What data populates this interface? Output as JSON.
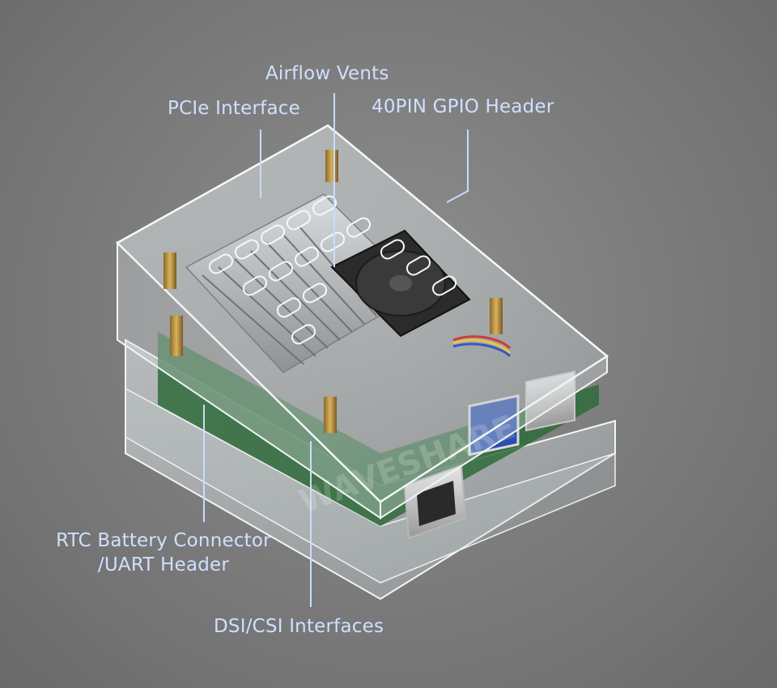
{
  "callouts": {
    "airflow_vents": "Airflow Vents",
    "pcie_interface": "PCIe Interface",
    "gpio_header": "40PIN GPIO Header",
    "rtc_line1": "RTC Battery Connector",
    "rtc_line2": "/UART Header",
    "dsi_csi": "DSI/CSI Interfaces"
  },
  "watermark": "WAVESHARE",
  "colors": {
    "background": "#7a7a7a",
    "label_text": "#cfe0ff",
    "leader_line": "#c9dcff",
    "pcb_green": "#2f6b3a"
  }
}
